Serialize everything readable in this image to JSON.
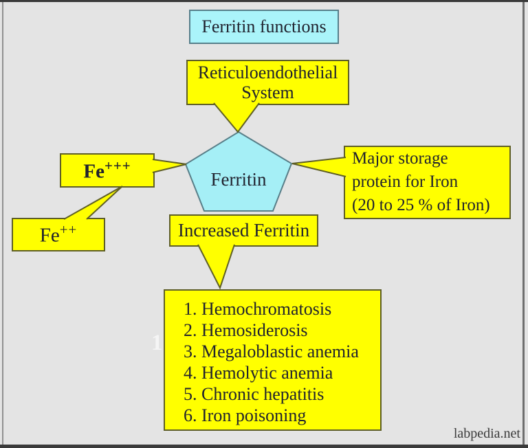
{
  "colors": {
    "background": "#e4e4e4",
    "node_yellow": "#ffff00",
    "node_cyan": "#aaf4fa",
    "pentagon_cyan": "#a5eff6",
    "yellow_border": "#5e5e26",
    "cyan_border": "#567f8a",
    "ink": "#20222e",
    "frame": "#3a3a3a"
  },
  "diagram": {
    "title": "Ferritin functions",
    "reticulo": {
      "line1": "Reticuloendothelial",
      "line2": "System"
    },
    "pentagon_label": "Ferritin",
    "fe3": {
      "base": "Fe",
      "sup": "+++"
    },
    "fe2": {
      "base": "Fe",
      "sup": "++"
    },
    "major_storage": {
      "line1": "Major storage",
      "line2": "protein for Iron",
      "line3": "(20 to 25 % of Iron)"
    },
    "increased": "Increased Ferritin",
    "increased_list": [
      "1. Hemochromatosis",
      "2. Hemosiderosis",
      "3. Megaloblastic anemia",
      "4. Hemolytic anemia",
      "5. Chronic hepatitis",
      "6. Iron poisoning"
    ]
  },
  "watermark": "1",
  "footer": {
    "credit": "labpedia.net"
  }
}
